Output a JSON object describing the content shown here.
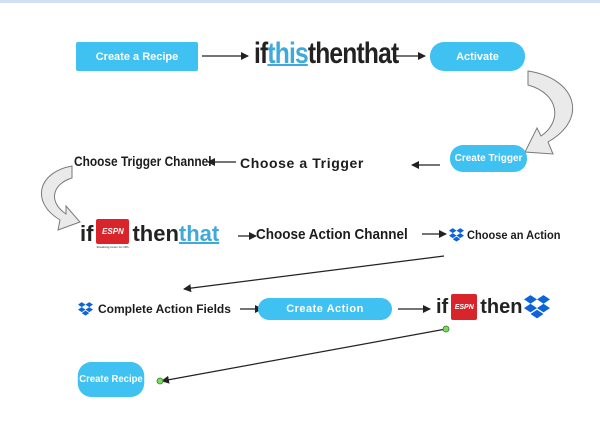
{
  "nodes": {
    "create_recipe_top": "Create a Recipe",
    "activate": "Activate",
    "create_trigger": "Create Trigger",
    "choose_a_trigger": "Choose a Trigger",
    "choose_trigger_channel": "Choose Trigger Channel",
    "choose_action_channel": "Choose Action Channel",
    "choose_an_action": "Choose an Action",
    "complete_action_fields": "Complete Action Fields",
    "create_action": "Create Action",
    "create_recipe_bottom": "Create Recipe"
  },
  "logos": {
    "ifttt": {
      "if": "if",
      "this": "this",
      "then": "then",
      "that": "that"
    },
    "if_espn_then_that": {
      "if": "if",
      "espn": "ESPN",
      "espn_caption": "Breaking news for NFL",
      "then": "then",
      "that": "that"
    },
    "if_espn_then_dropbox": {
      "if": "if",
      "espn": "ESPN",
      "then": "then"
    }
  },
  "colors": {
    "button": "#3fc1f1",
    "link_blue": "#3fa9dc",
    "espn_red": "#d8252c",
    "dropbox_blue": "#0d63d8",
    "arrow": "#222222",
    "curved_arrow_fill": "#eaeaea",
    "curved_arrow_stroke": "#7a7a7a",
    "endpoint_marker": "#7ed957"
  }
}
